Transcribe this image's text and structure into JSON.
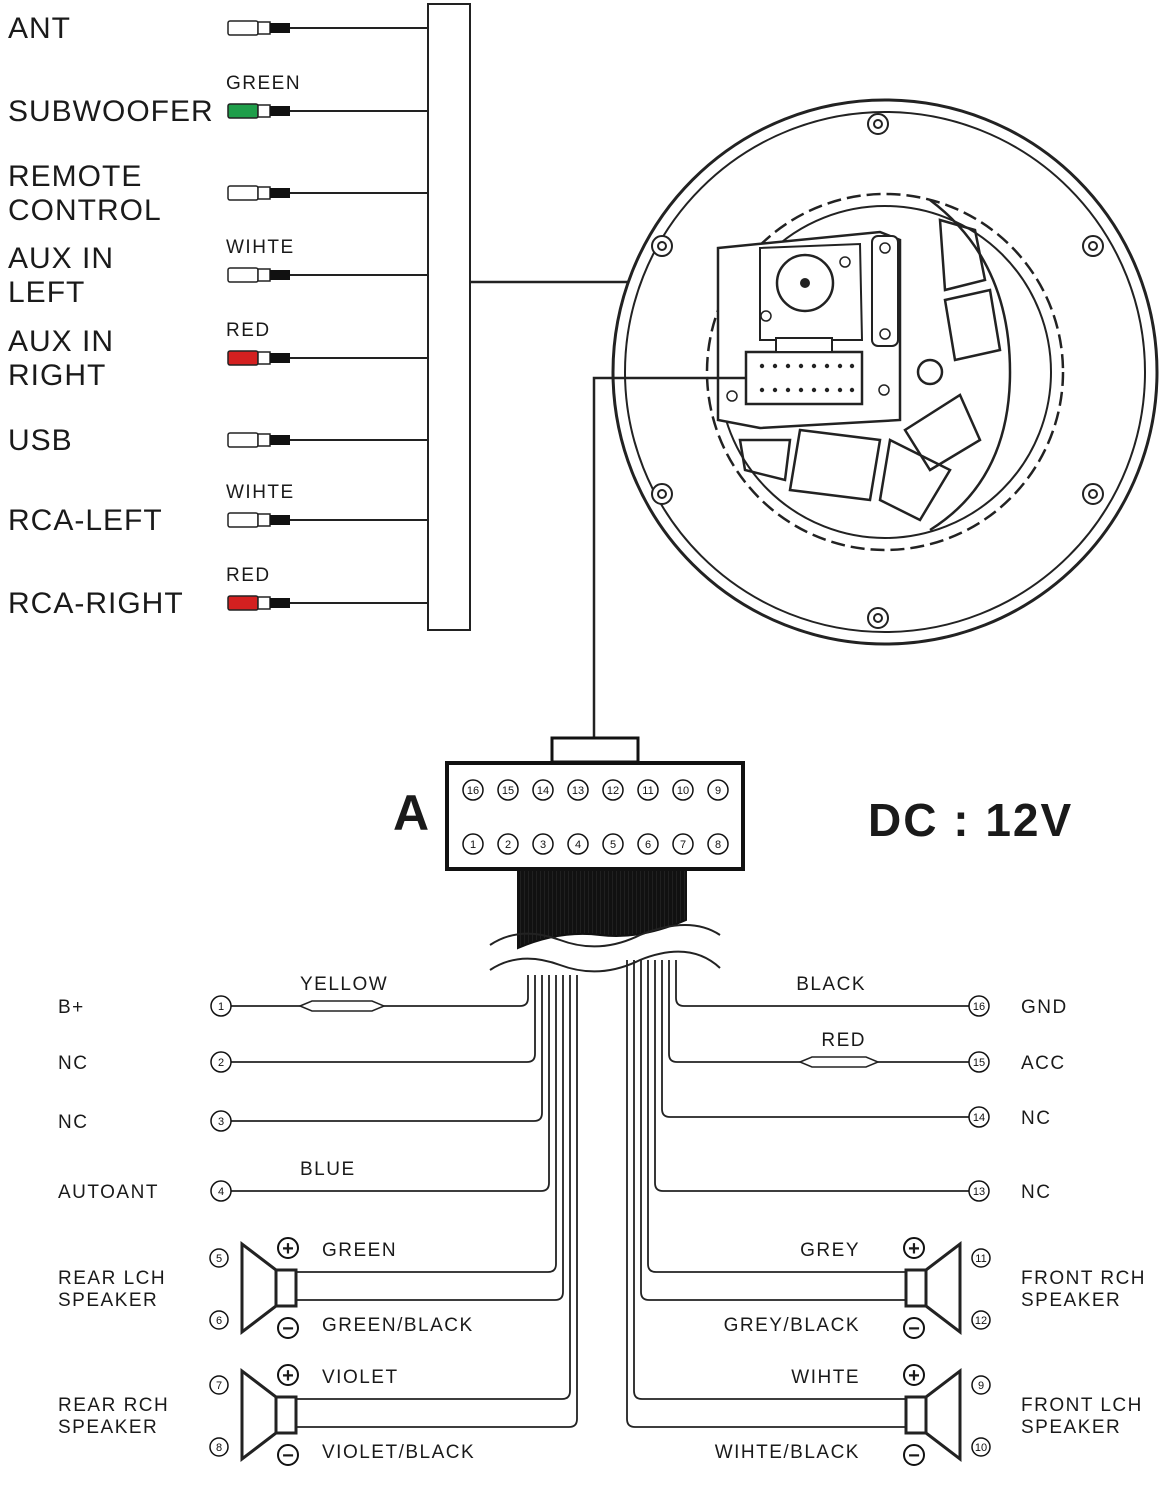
{
  "top_inputs": [
    {
      "label_lines": [
        "ANT"
      ],
      "color_label": "",
      "plug_color": "#ffffff"
    },
    {
      "label_lines": [
        "SUBWOOFER"
      ],
      "color_label": "GREEN",
      "plug_color": "#1f9e4a"
    },
    {
      "label_lines": [
        "REMOTE",
        "CONTROL"
      ],
      "color_label": "",
      "plug_color": "#ffffff"
    },
    {
      "label_lines": [
        "AUX IN",
        "LEFT"
      ],
      "color_label": "WIHTE",
      "plug_color": "#ffffff"
    },
    {
      "label_lines": [
        "AUX IN",
        "RIGHT"
      ],
      "color_label": "RED",
      "plug_color": "#d42020"
    },
    {
      "label_lines": [
        "USB"
      ],
      "color_label": "",
      "plug_color": "#ffffff"
    },
    {
      "label_lines": [
        "RCA-LEFT"
      ],
      "color_label": "WIHTE",
      "plug_color": "#ffffff"
    },
    {
      "label_lines": [
        "RCA-RIGHT"
      ],
      "color_label": "RED",
      "plug_color": "#d42020"
    }
  ],
  "connector": {
    "letter": "A",
    "top_pins": [
      "16",
      "15",
      "14",
      "13",
      "12",
      "11",
      "10",
      "9"
    ],
    "bottom_pins": [
      "1",
      "2",
      "3",
      "4",
      "5",
      "6",
      "7",
      "8"
    ]
  },
  "voltage": "DC : 12V",
  "left_wires": [
    {
      "pin": "1",
      "function": "B+",
      "color": "YELLOW",
      "fuse": true
    },
    {
      "pin": "2",
      "function": "NC",
      "color": "",
      "fuse": false
    },
    {
      "pin": "3",
      "function": "NC",
      "color": "",
      "fuse": false
    },
    {
      "pin": "4",
      "function": "AUTOANT",
      "color": "BLUE",
      "fuse": false
    }
  ],
  "right_wires": [
    {
      "pin": "16",
      "function": "GND",
      "color": "BLACK",
      "fuse": false
    },
    {
      "pin": "15",
      "function": "ACC",
      "color": "RED",
      "fuse": true
    },
    {
      "pin": "14",
      "function": "NC",
      "color": "",
      "fuse": false
    },
    {
      "pin": "13",
      "function": "NC",
      "color": "",
      "fuse": false
    }
  ],
  "speakers": [
    {
      "side": "left",
      "name_lines": [
        "REAR LCH",
        "SPEAKER"
      ],
      "pos_pin": "5",
      "neg_pin": "6",
      "pos_color": "GREEN",
      "neg_color": "GREEN/BLACK"
    },
    {
      "side": "left",
      "name_lines": [
        "REAR RCH",
        "SPEAKER"
      ],
      "pos_pin": "7",
      "neg_pin": "8",
      "pos_color": "VIOLET",
      "neg_color": "VIOLET/BLACK"
    },
    {
      "side": "right",
      "name_lines": [
        "FRONT RCH",
        "SPEAKER"
      ],
      "pos_pin": "11",
      "neg_pin": "12",
      "pos_color": "GREY",
      "neg_color": "GREY/BLACK"
    },
    {
      "side": "right",
      "name_lines": [
        "FRONT LCH",
        "SPEAKER"
      ],
      "pos_pin": "9",
      "neg_pin": "10",
      "pos_color": "WIHTE",
      "neg_color": "WIHTE/BLACK"
    }
  ],
  "polarity": {
    "plus": "+",
    "minus": "−"
  }
}
